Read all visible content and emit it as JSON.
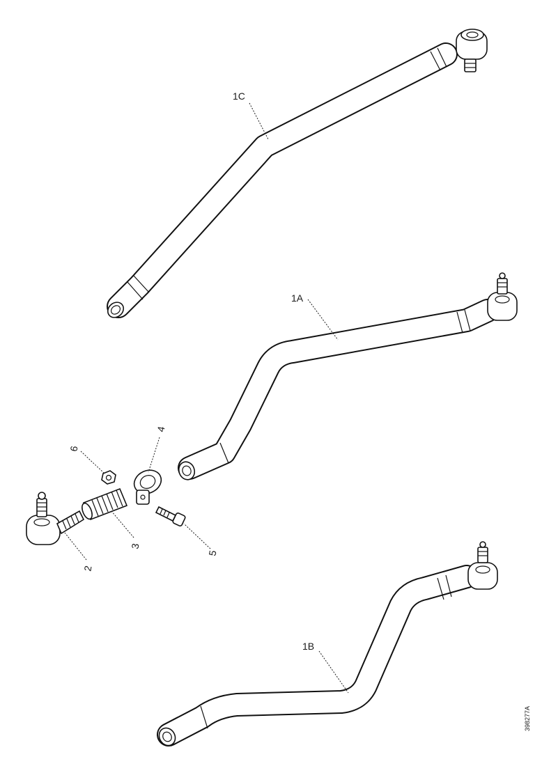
{
  "labels": {
    "rod_1c": "1C",
    "rod_1a": "1A",
    "rod_1b": "1B",
    "part_2": "2",
    "part_3": "3",
    "part_4": "4",
    "part_5": "5",
    "part_6": "6"
  },
  "reference_code": "398277A",
  "colors": {
    "line": "#111111",
    "background": "#ffffff"
  }
}
